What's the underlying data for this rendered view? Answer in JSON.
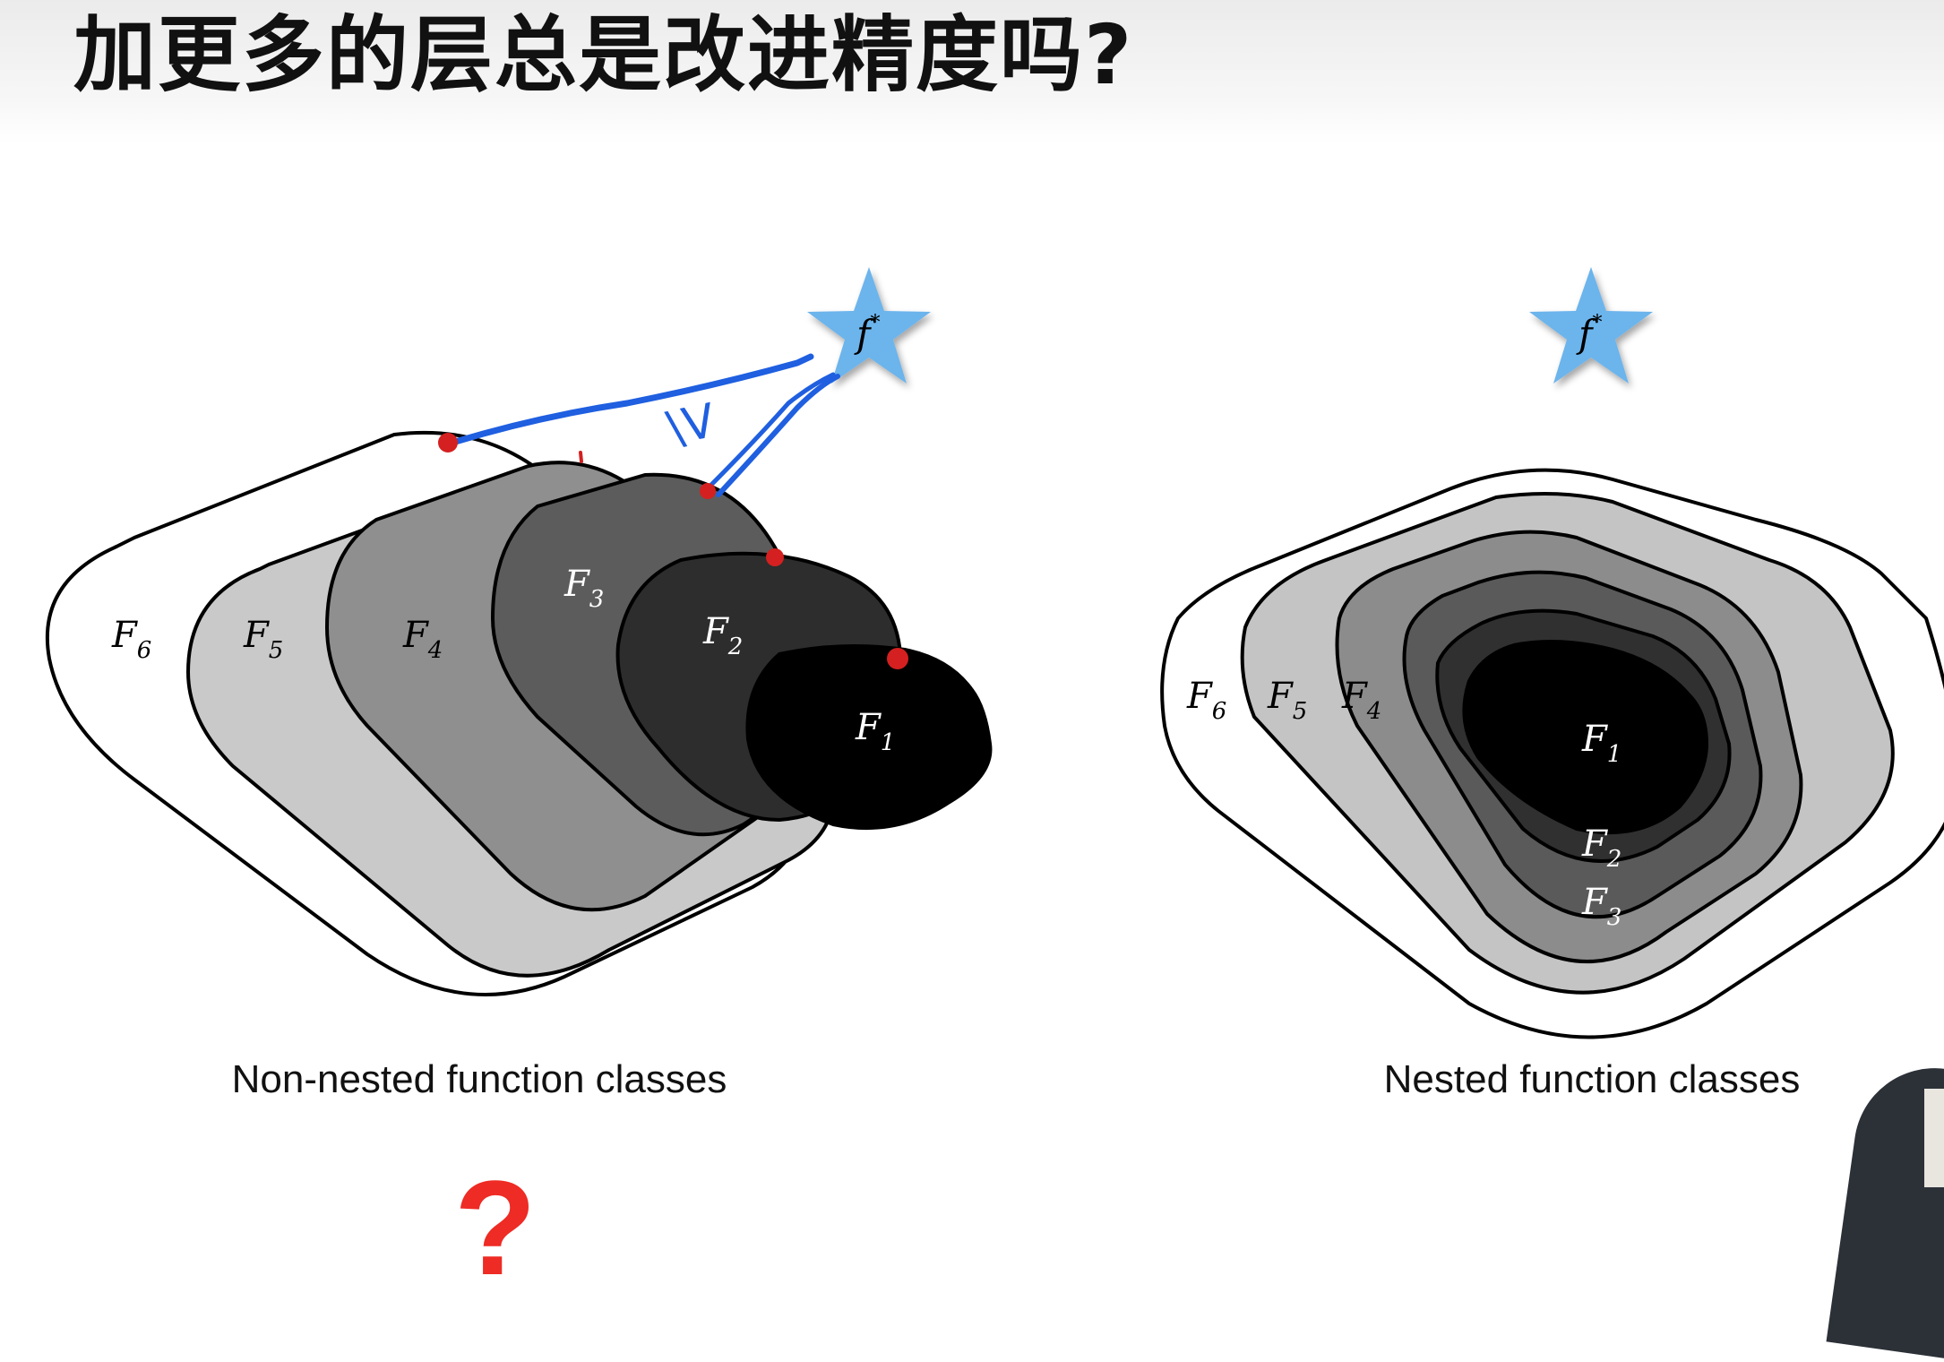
{
  "title": "加更多的层总是改进精度吗?",
  "left_diagram": {
    "caption": "Non-nested function classes",
    "target": {
      "label": "f",
      "superscript": "*"
    },
    "annotation": "\\V",
    "classes": [
      {
        "symbol": "F",
        "sub": "6",
        "fill": "#ffffff"
      },
      {
        "symbol": "F",
        "sub": "5",
        "fill": "#c9c9c9"
      },
      {
        "symbol": "F",
        "sub": "4",
        "fill": "#8f8f8f"
      },
      {
        "symbol": "F",
        "sub": "3",
        "fill": "#5c5c5c"
      },
      {
        "symbol": "F",
        "sub": "2",
        "fill": "#2d2d2d"
      },
      {
        "symbol": "F",
        "sub": "1",
        "fill": "#000000"
      }
    ],
    "verdict": "?"
  },
  "right_diagram": {
    "caption": "Nested function classes",
    "target": {
      "label": "f",
      "superscript": "*"
    },
    "classes": [
      {
        "symbol": "F",
        "sub": "6",
        "fill": "#ffffff"
      },
      {
        "symbol": "F",
        "sub": "5",
        "fill": "#c4c4c4"
      },
      {
        "symbol": "F",
        "sub": "4",
        "fill": "#8c8c8c"
      },
      {
        "symbol": "F",
        "sub": "3",
        "fill": "#5a5a5a"
      },
      {
        "symbol": "F",
        "sub": "2",
        "fill": "#303030"
      },
      {
        "symbol": "F",
        "sub": "1",
        "fill": "#000000"
      }
    ],
    "verdict": "check-icon"
  },
  "colors": {
    "star": "#6cb4ec",
    "pen_blue": "#1f5fe0",
    "pen_red": "#d42020",
    "question": "#ee2b24",
    "check": "#3ee07a"
  }
}
